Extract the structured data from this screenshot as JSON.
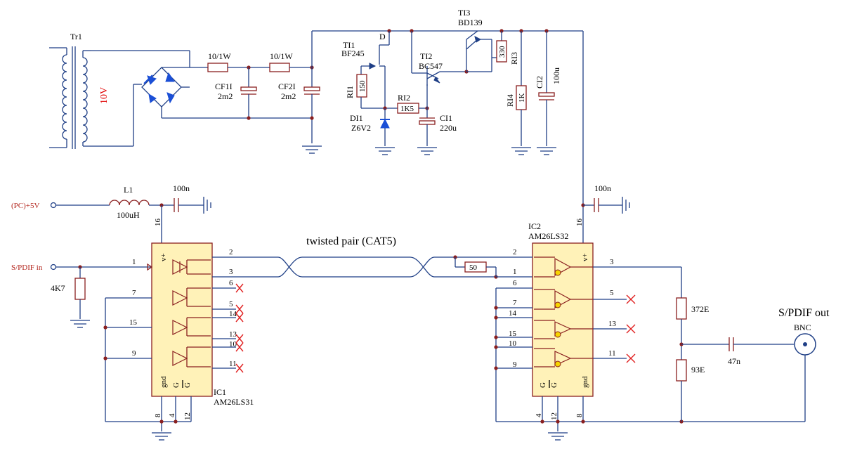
{
  "transformer": {
    "ref": "Tr1",
    "voltage": "10V"
  },
  "resistors": {
    "rf1": "10/1W",
    "rf2": "10/1W",
    "r1_ref": "RI1",
    "r1_val": "150",
    "r2_ref": "RI2",
    "r2_val": "1K5",
    "r3_ref": "RI3",
    "r3_val": "330",
    "r4_ref": "RI4",
    "r4_val": "1K",
    "r_in": "4K7",
    "r_term": "50",
    "r_372": "372E",
    "r_93": "93E"
  },
  "caps": {
    "cf1_ref": "CF1I",
    "cf1_val": "2m2",
    "cf2_ref": "CF2I",
    "cf2_val": "2m2",
    "c1_ref": "CI1",
    "c1_val": "220u",
    "c2_ref": "CI2",
    "c2_val": "100u",
    "c_dec1": "100n",
    "c_dec2": "100n",
    "c_out": "47n"
  },
  "semis": {
    "t1_ref": "TI1",
    "t1_part": "BF245",
    "t1_pin": "D",
    "t2_ref": "TI2",
    "t2_part": "BC547",
    "t3_ref": "TI3",
    "t3_part": "BD139",
    "d1_ref": "DI1",
    "d1_part": "Z6V2"
  },
  "inductor": {
    "ref": "L1",
    "val": "100uH"
  },
  "nets": {
    "pc5v": "(PC)+5V",
    "spdif_in": "S/PDIF in",
    "spdif_out": "S/PDIF out",
    "bnc": "BNC",
    "twisted": "twisted pair (CAT5)"
  },
  "ic1": {
    "ref": "IC1",
    "part": "AM26LS31",
    "vplus": "v+",
    "gnd": "gnd",
    "g": "G",
    "gbar": "G",
    "pins": {
      "p16": "16",
      "p1": "1",
      "p7": "7",
      "p15": "15",
      "p9": "9",
      "p2": "2",
      "p3": "3",
      "p6": "6",
      "p5": "5",
      "p14": "14",
      "p13": "13",
      "p10": "10",
      "p11": "11",
      "p8": "8",
      "p4": "4",
      "p12": "12"
    }
  },
  "ic2": {
    "ref": "IC2",
    "part": "AM26LS32",
    "vplus": "v+",
    "gnd": "gnd",
    "g": "G",
    "gbar": "G",
    "pins": {
      "p16": "16",
      "p2": "2",
      "p1": "1",
      "p6": "6",
      "p7": "7",
      "p14": "14",
      "p15": "15",
      "p10": "10",
      "p9": "9",
      "p3": "3",
      "p5": "5",
      "p13": "13",
      "p11": "11",
      "p4": "4",
      "p12": "12",
      "p8": "8"
    }
  },
  "colors": {
    "wire": "#1f3f86",
    "part": "#8a1f1f",
    "ic_fill": "#fff2b8",
    "unconnected": "#e02020"
  }
}
